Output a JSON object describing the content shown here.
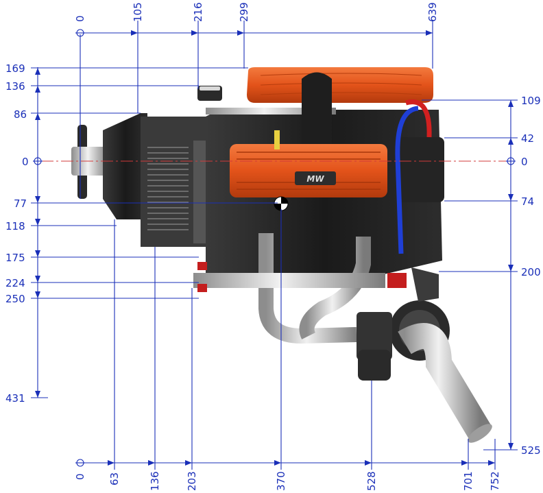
{
  "drawing": {
    "brand_label": "MW",
    "colors": {
      "dimension": "#1a2fb8",
      "centerline": "#d23a3a",
      "engine_orange": "#e8571e",
      "engine_black": "#1b1b1b",
      "chrome": "#c9c9c9"
    },
    "top_dims": [
      "0",
      "105",
      "216",
      "299",
      "639"
    ],
    "left_dims": [
      "169",
      "136",
      "86",
      "0",
      "77",
      "118",
      "175",
      "224",
      "250",
      "431"
    ],
    "right_dims": [
      "109",
      "42",
      "0",
      "74",
      "200",
      "525"
    ],
    "bottom_dims": [
      "0",
      "63",
      "136",
      "203",
      "370",
      "528",
      "701",
      "752"
    ]
  }
}
